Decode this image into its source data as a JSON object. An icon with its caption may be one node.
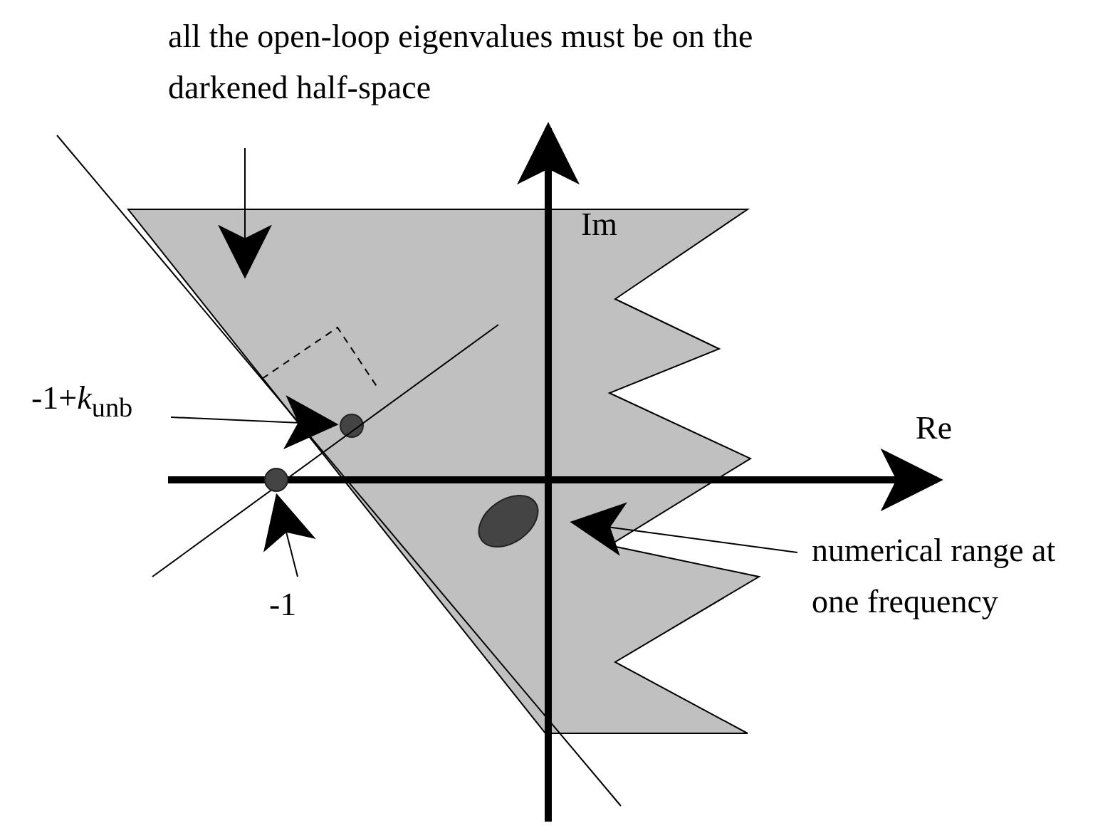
{
  "diagram": {
    "nodes": [
      {
        "text": [
          "all the open-loop eigenvalues must be on the darkened half-space"
        ]
      },
      {
        "text": [],
        "shape": "polygon"
      },
      {
        "text": [
          "-1+*k*$_{unb}$"
        ]
      },
      {
        "text": [],
        "shape": "circle"
      },
      {
        "text": [],
        "shape": "circle",
        "in": 1
      },
      {
        "text": [],
        "shape": "ellipse",
        "in": 1
      },
      {
        "text": [
          "-1"
        ]
      },
      {
        "text": [
          "numerical range at one frequency"
        ]
      }
    ],
    "edges": [
      {
        "from": 0,
        "to": 1,
        "arrow": "to"
      },
      {
        "from": 2,
        "to": 4,
        "arrow": "to"
      },
      {
        "from": 6,
        "to": 3,
        "arrow": "to"
      },
      {
        "from": 7,
        "to": 5,
        "arrow": "to"
      }
    ],
    "labels": [
      "Im",
      "Re"
    ]
  }
}
